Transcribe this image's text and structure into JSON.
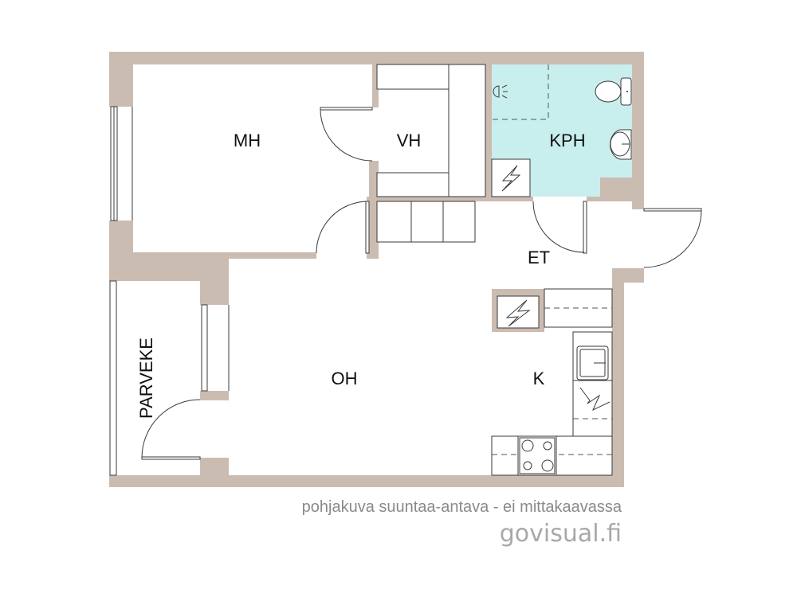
{
  "rooms": {
    "mh": "MH",
    "vh": "VH",
    "kph": "KPH",
    "et": "ET",
    "oh": "OH",
    "k": "K",
    "parveke": "PARVEKE"
  },
  "footer": {
    "disclaimer": "pohjakuva suuntaa-antava - ei mittakaavassa",
    "brand": "govisual.fi"
  },
  "colors": {
    "wall": "#cbbcb2",
    "bathroom": "#c9eeee",
    "text": "#111111",
    "footer": "#8a8a8a"
  }
}
